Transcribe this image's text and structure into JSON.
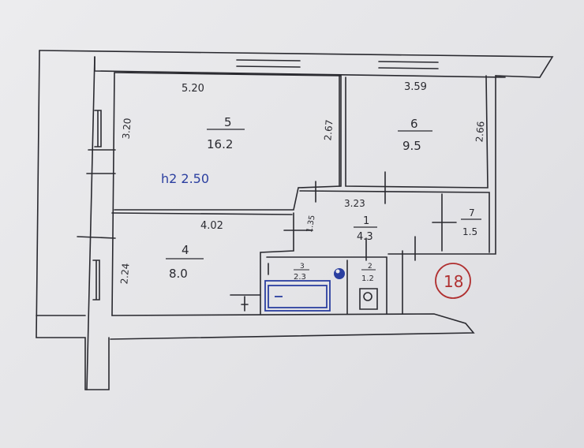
{
  "rooms": [
    {
      "number": "5",
      "area": "16.2"
    },
    {
      "number": "6",
      "area": "9.5"
    },
    {
      "number": "4",
      "area": "8.0"
    },
    {
      "number": "1",
      "area": "4.3"
    },
    {
      "number": "7",
      "area": "1.5"
    },
    {
      "number": "3",
      "area": "2.3"
    },
    {
      "number": "2",
      "area": "1.2"
    }
  ],
  "dimensions": {
    "room5_width": "5.20",
    "room5_height": "3.20",
    "room5_height_right": "2.67",
    "room6_width": "3.59",
    "room6_height": "2.66",
    "room4_width": "4.02",
    "room4_height": "2.24",
    "hall_width": "3.23",
    "hall_small": "1.35"
  },
  "ceiling_note": "h2 2.50",
  "apartment_number": "18",
  "colors": {
    "ink": "#2a2a30",
    "blue_ink": "#2b3fa0",
    "red_ink": "#b03030"
  }
}
